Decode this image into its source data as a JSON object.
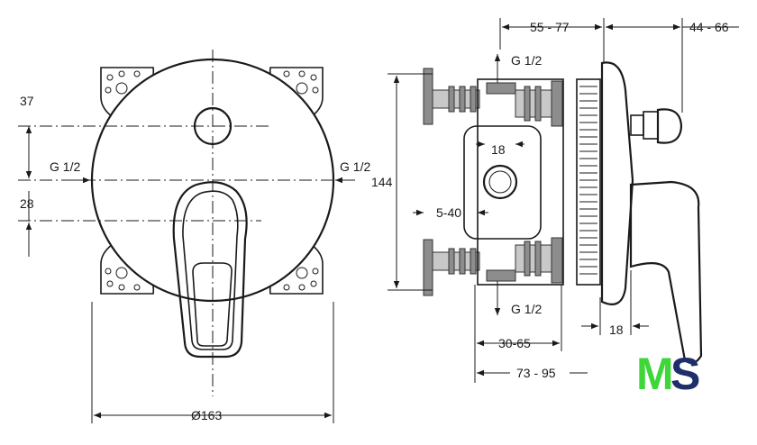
{
  "front_view": {
    "dim_37": "37",
    "dim_28": "28",
    "inlet_left": "G 1/2",
    "inlet_right": "G 1/2",
    "diameter": "Ø163"
  },
  "side_view": {
    "dim_55_77": "55 - 77",
    "dim_44_66": "44 - 66",
    "outlet_top": "G 1/2",
    "dim_18_inner": "18",
    "dim_144": "144",
    "dim_5_40": "5-40",
    "outlet_bottom": "G 1/2",
    "dim_18_outer": "18",
    "dim_30_65": "30-65",
    "dim_73_95": "73 - 95"
  },
  "logo": {
    "letter_m": "M",
    "letter_s": "S",
    "color_m": "#3fd63a",
    "color_s": "#1f2f6b"
  }
}
